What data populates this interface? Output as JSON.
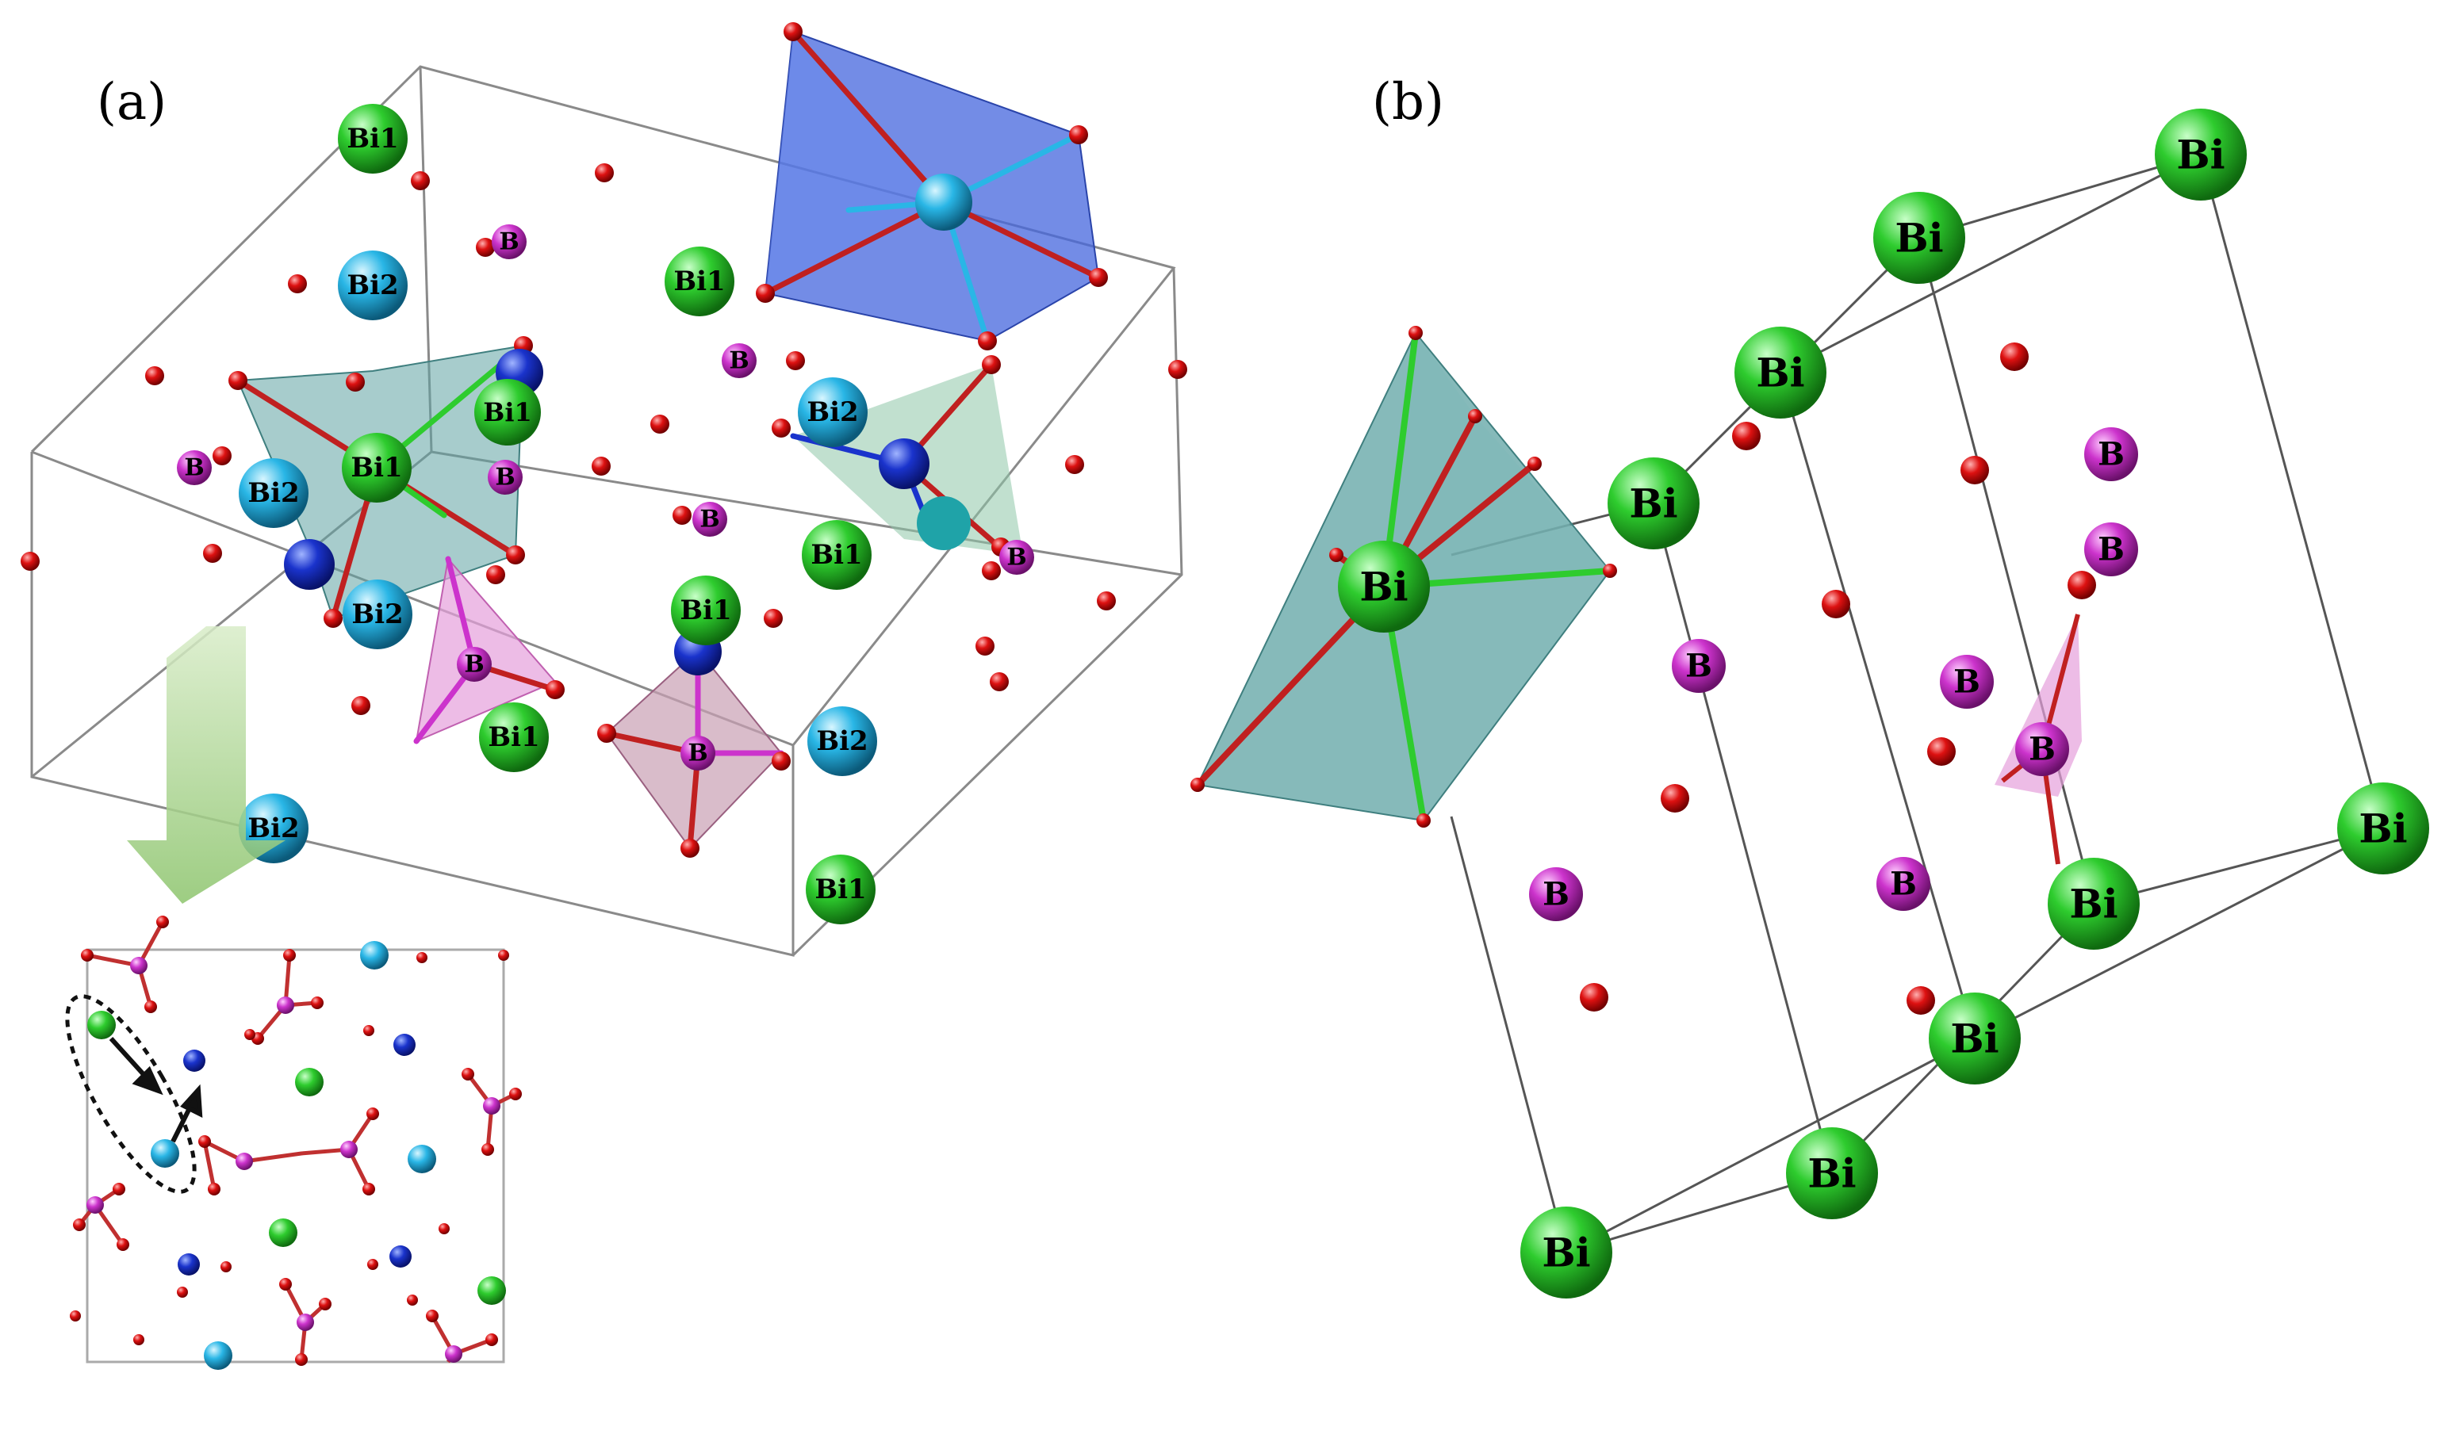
{
  "panels": [
    {
      "id": "a",
      "label": "(a)"
    },
    {
      "id": "b",
      "label": "(b)"
    }
  ],
  "atoms": {
    "bi1": "Bi1",
    "bi2": "Bi2",
    "bi": "Bi",
    "b": "B"
  },
  "colors": {
    "bi1": "#2ecc2e",
    "bi2": "#29b6e6",
    "bi": "#22c222",
    "b": "#cc33cc",
    "oxygen": "#dd1111",
    "blue_atom": "#1a33cc",
    "polyhedron_teal": "#5ea3a3",
    "polyhedron_blue": "#4466dd",
    "polyhedron_pink": "#e6a0dc",
    "polyhedron_mauve": "#c9a0b4",
    "arrow_green": "#a8d28c"
  }
}
